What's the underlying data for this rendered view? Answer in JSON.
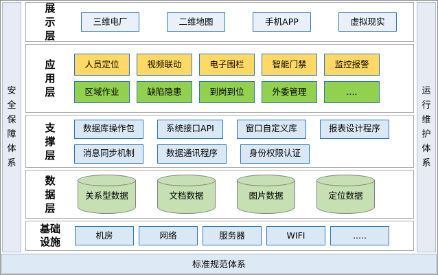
{
  "pillars": {
    "left": "安全保障体系",
    "right": "运行维护体系",
    "bottom": "标准规范体系"
  },
  "layers": [
    {
      "label": "展示层",
      "rows": [
        {
          "style": "lightblue",
          "items": [
            "三维电厂",
            "二维地图",
            "手机APP",
            "虚拟现实"
          ]
        }
      ]
    },
    {
      "label": "应用层",
      "rows": [
        {
          "style": "yellow",
          "items": [
            "人员定位",
            "视频联动",
            "电子围栏",
            "智能门禁",
            "监控报警"
          ]
        },
        {
          "style": "green",
          "items": [
            "区域作业",
            "缺陷隐患",
            "到岗到位",
            "外委管理",
            "...."
          ]
        }
      ]
    },
    {
      "label": "支撑层",
      "rows": [
        {
          "style": "blue",
          "items": [
            "数据库操作包",
            "系统接口API",
            "窗口自定义库",
            "报表设计程序"
          ]
        },
        {
          "style": "blue",
          "items": [
            "消息同步机制",
            "数据通讯程序",
            "身份权限认证"
          ]
        }
      ]
    },
    {
      "label": "数据层",
      "rows": [
        {
          "style": "cylinder",
          "items": [
            "关系型数据",
            "文档数据",
            "图片数据",
            "定位数据"
          ]
        }
      ]
    },
    {
      "label": "基础设施",
      "rows": [
        {
          "style": "blue",
          "items": [
            "机房",
            "网络",
            "服务器",
            "WIFI",
            "....."
          ]
        }
      ]
    }
  ],
  "colors": {
    "outer_border": "#8C8C8C",
    "layer_border": "#A6A6A6",
    "box_border_blue": "#2E75B6",
    "presentation_fill": "#E9F0F9",
    "yellow_fill": "#FFD966",
    "green_fill": "#92D050",
    "lightblue_fill": "#DAE8F5",
    "cylinder_fill": "#C6E0B4",
    "cylinder_border": "#7F7F7F",
    "pillar_fill": "#E7ECF4",
    "pillar_border": "#B0BCCB",
    "bottom_fill": "#DDE9F5",
    "bottom_border": "#A9B9CC"
  }
}
